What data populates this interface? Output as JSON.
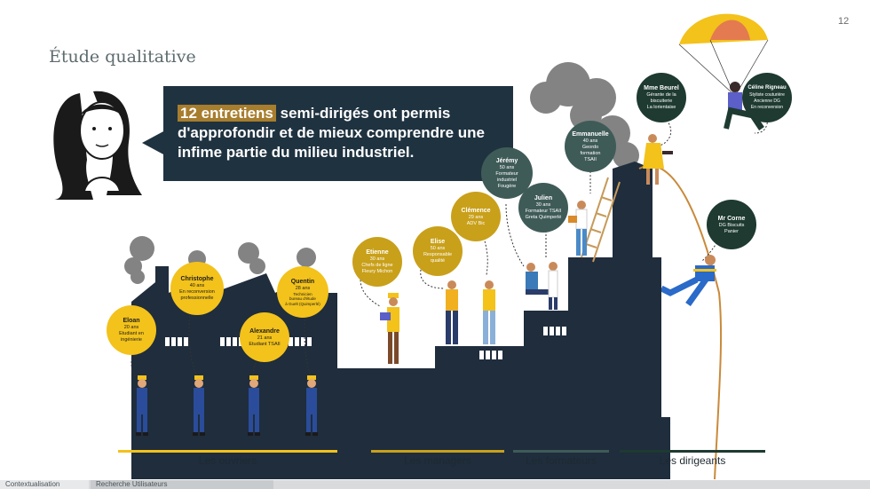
{
  "page_number": "12",
  "title": "Étude qualitative",
  "bubble": {
    "highlight": "12 entretiens",
    "text": " semi-dirigés ont permis d'approfondir et de mieux comprendre une infime partie du milieu industriel."
  },
  "profiles": [
    {
      "name": "Eloan",
      "lines": [
        "20 ans",
        "Etudiant en",
        "ingénierie"
      ]
    },
    {
      "name": "Christophe",
      "lines": [
        "40 ans",
        "En reconversion",
        "professionnelle"
      ]
    },
    {
      "name": "Alexandre",
      "lines": [
        "21 ans",
        "Etudiant TSAII"
      ]
    },
    {
      "name": "Quentin",
      "lines": [
        "28 ans",
        "Technicien",
        "bureau d'étude",
        "à Guelt (Quimperlé)"
      ]
    },
    {
      "name": "Etienne",
      "lines": [
        "30 ans",
        "Chefs de ligne",
        "Fleury Michon"
      ]
    },
    {
      "name": "Elise",
      "lines": [
        "50 ans",
        "Responsable",
        "qualité"
      ]
    },
    {
      "name": "Clémence",
      "lines": [
        "29 ans",
        "ADV Bic"
      ]
    },
    {
      "name": "Jérémy",
      "lines": [
        "50 ans",
        "Formateur",
        "industriel",
        "Fougère"
      ]
    },
    {
      "name": "Julien",
      "lines": [
        "30 ans",
        "Formateur TSAII",
        "Greta Quimperlé"
      ]
    },
    {
      "name": "Emmanuelle",
      "lines": [
        "40 ans",
        "Geordo",
        "formation",
        "TSAII"
      ]
    },
    {
      "name": "Mme Beurel",
      "lines": [
        "Gérante de la",
        "biscuiterie",
        "La lorientaise"
      ]
    },
    {
      "name": "Céline Rigneau",
      "lines": [
        "Styliste couturière",
        "Ancienne DG",
        "En reconversion"
      ]
    },
    {
      "name": "Mr Corne",
      "lines": [
        "DG Biscuits",
        "Panier"
      ]
    }
  ],
  "categories": [
    "Les ouvriers",
    "Les managers",
    "Les formateurs",
    "Les dirigeants"
  ],
  "colors": {
    "ouvriers": "#f3c21b",
    "managers": "#c9a01a",
    "formateurs": "#3f5b58",
    "dirigeants": "#1e3a31",
    "factory": "#1f2d3d"
  },
  "footer": {
    "tabs": [
      "Contextualisation",
      "Recherche Utilisateurs"
    ]
  }
}
